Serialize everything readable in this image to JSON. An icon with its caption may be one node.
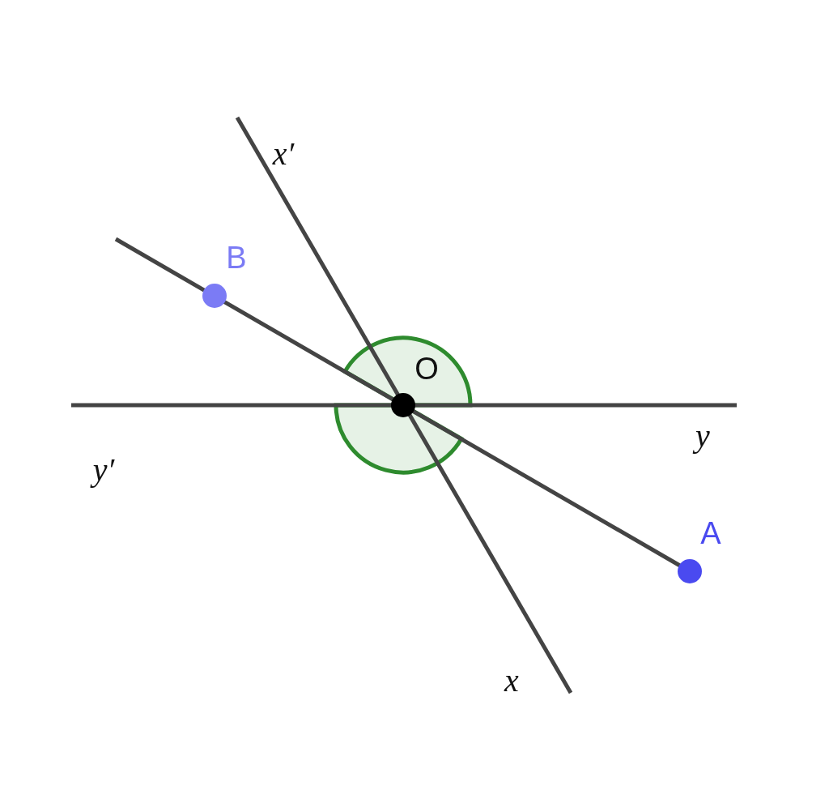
{
  "diagram": {
    "labels": [
      "x′",
      "B",
      "O",
      "y",
      "y′",
      "A",
      "x"
    ]
  }
}
